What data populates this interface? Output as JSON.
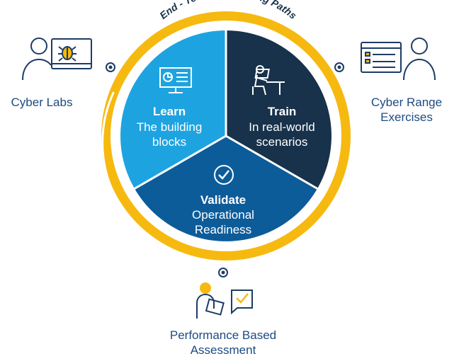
{
  "ring": {
    "title": "End - To - End Learning Paths",
    "color_ring": "#f6b90f",
    "color_ring_light": "#fbd34c"
  },
  "segments": {
    "learn": {
      "title": "Learn",
      "line1": "The building",
      "line2": "blocks",
      "color": "#1ea3e1",
      "icon": "presentation-screen-icon"
    },
    "train": {
      "title": "Train",
      "line1": "In real-world",
      "line2": "scenarios",
      "color": "#17324a",
      "icon": "person-at-computer-icon"
    },
    "validate": {
      "title": "Validate",
      "line1": "Operational",
      "line2": "Readiness",
      "color": "#0d5c9a",
      "icon": "check-circle-icon"
    }
  },
  "outer": {
    "cyber_labs": {
      "line1": "Cyber Labs",
      "icon": "person-with-bug-screen-icon"
    },
    "cyber_range": {
      "line1": "Cyber Range",
      "line2": "Exercises",
      "icon": "monitor-checklist-icon"
    },
    "performance": {
      "line1": "Performance Based",
      "line2": "Assessment",
      "icon": "person-clipboard-check-icon"
    }
  },
  "colors": {
    "text_blue": "#1c4b82",
    "icon_navy": "#1c3c64",
    "icon_accent": "#f6b90f"
  }
}
